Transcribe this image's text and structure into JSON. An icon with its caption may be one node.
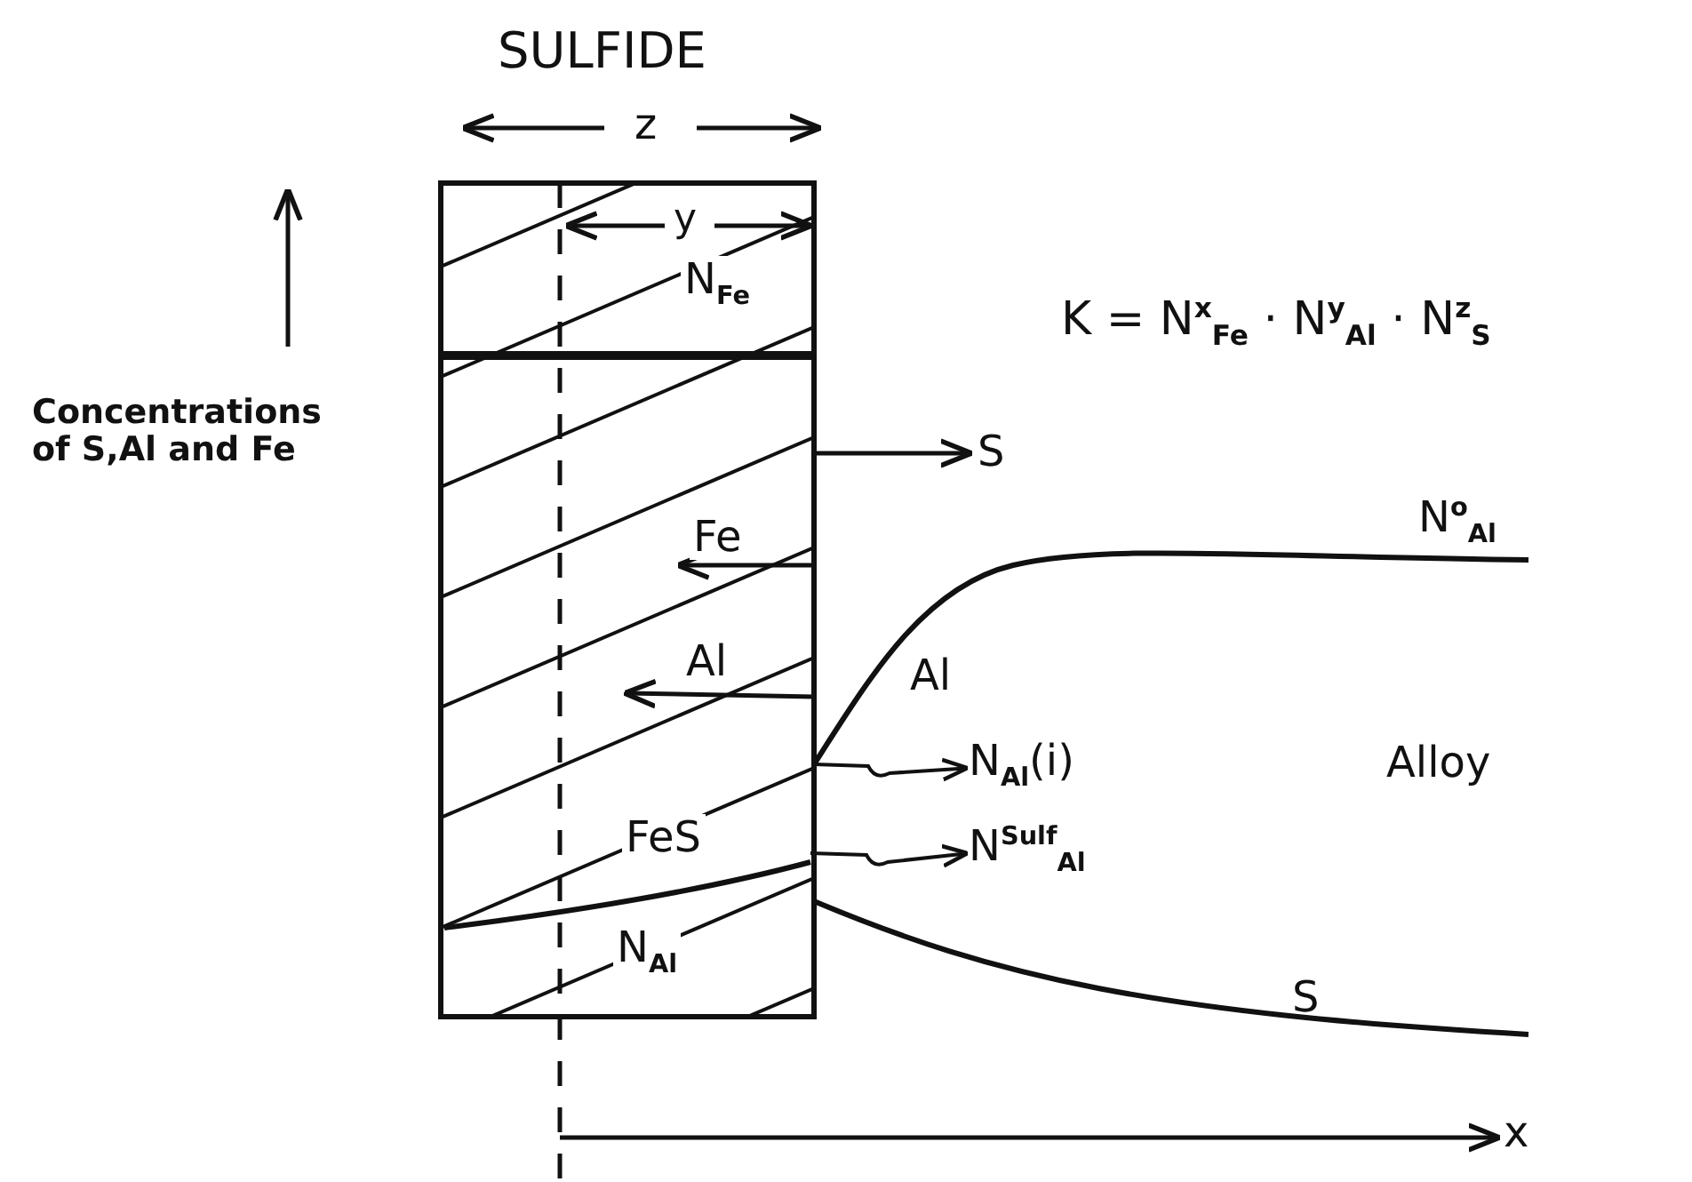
{
  "diagram": {
    "title": "SULFIDE",
    "nodes": [
      {
        "text": [
          "N$_{Al}$(i)"
        ]
      },
      {
        "text": [
          "N$^{Sulf}$$_{Al}$"
        ]
      }
    ],
    "edges": [
      {
        "from": null,
        "to": 0,
        "arrow": "to"
      },
      {
        "from": null,
        "to": 1,
        "arrow": "to"
      }
    ],
    "labels": [
      "z",
      "y",
      "N$_{Fe}$",
      "Concentrations of S,Al and Fe",
      "K = N$^{x}$$_{Fe}$ · N$^{y}$$_{Al}$ · N$^{z}$$_{S}$",
      "S",
      "Fe",
      "Al",
      "N$^{o}$$_{Al}$",
      "Al",
      "Alloy",
      "FeS",
      "N$_{Al}$",
      "S",
      "x"
    ]
  }
}
